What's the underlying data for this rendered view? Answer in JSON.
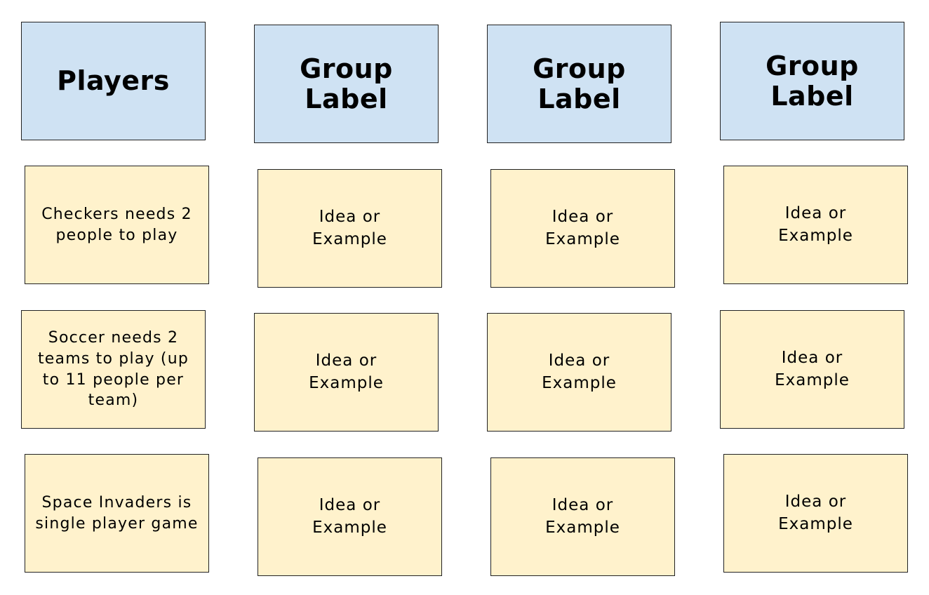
{
  "colors": {
    "header_fill": "#cfe2f3",
    "note_fill": "#fff2cc",
    "border": "#222222"
  },
  "columns": [
    {
      "header": "Players",
      "notes": [
        "Checkers needs 2 people to play",
        "Soccer needs 2 teams to play (up to 11 people per team)",
        "Space Invaders is single player game"
      ]
    },
    {
      "header": "Group Label",
      "notes": [
        "Idea or Example",
        "Idea or Example",
        "Idea or Example"
      ]
    },
    {
      "header": "Group Label",
      "notes": [
        "Idea or Example",
        "Idea or Example",
        "Idea or Example"
      ]
    },
    {
      "header": "Group Label",
      "notes": [
        "Idea or Example",
        "Idea or Example",
        "Idea or Example"
      ]
    }
  ]
}
